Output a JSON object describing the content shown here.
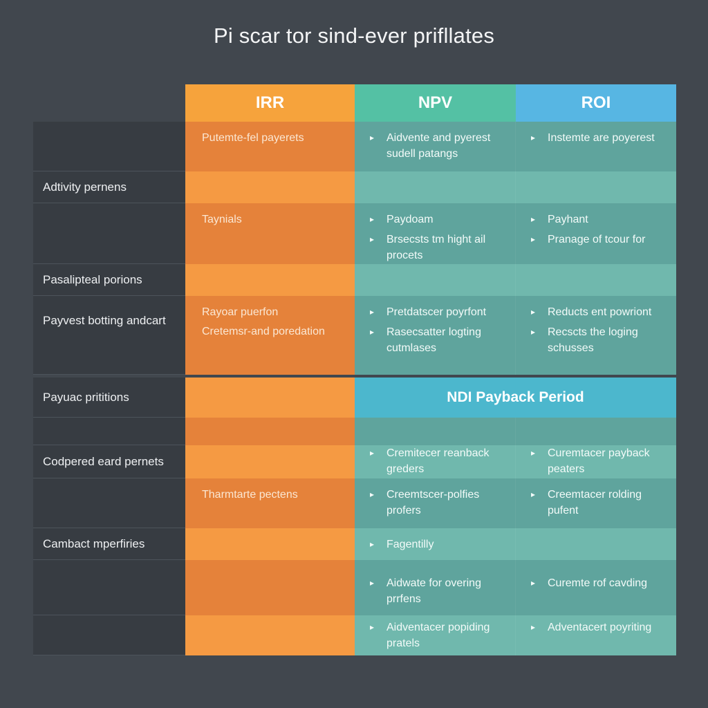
{
  "title": "Pi scar tor sind-ever prifllates",
  "headers": {
    "irr": "IRR",
    "npv": "NPV",
    "roi": "ROI"
  },
  "rows": {
    "r1": {
      "label": "",
      "irr": [
        "Putemte-fel payerets"
      ],
      "npv": [
        "Aidvente and pyerest sudell patangs"
      ],
      "roi": [
        "Instemte are poyerest"
      ]
    },
    "r2": {
      "label": "Adtivity pernens"
    },
    "r3": {
      "label": "",
      "irr": [
        "Taynials"
      ],
      "npv": [
        "Paydoam",
        "Brsecsts tm hight ail procets"
      ],
      "roi": [
        "Payhant",
        "Pranage of tcour for"
      ]
    },
    "r4": {
      "label": "Pasalipteal porions"
    },
    "r5": {
      "label": "Payvest botting andcart",
      "irr": [
        "Rayoar puerfon",
        "Cretemsr-and poredation"
      ],
      "npv": [
        "Pretdatscer poyrfont",
        "Rasecsatter logting cutmlases"
      ],
      "roi": [
        "Reducts ent powriont",
        "Recscts the loging schusses"
      ]
    },
    "r6": {
      "label": "Payuac prititions",
      "banner": "NDI Payback Period"
    },
    "r7": {
      "label": ""
    },
    "r8": {
      "label": "Codpered eard pernets",
      "npv": [
        "Cremitecer reanback greders"
      ],
      "roi": [
        "Curemtacer payback peaters"
      ]
    },
    "r9": {
      "label": "",
      "irr": [
        "Tharmtarte pectens"
      ],
      "npv": [
        "Creemtscer-polfies profers"
      ],
      "roi": [
        "Creemtacer rolding pufent"
      ]
    },
    "r10": {
      "label": "Cambact mperfiries",
      "npv": [
        "Fagentilly"
      ]
    },
    "r11": {
      "label": "",
      "npv": [
        "Aidwate for overing prrfens"
      ],
      "roi": [
        "Curemte rof cavding"
      ]
    },
    "r12": {
      "label": "",
      "npv": [
        "Aidventacer popiding pratels"
      ],
      "roi": [
        "Adventacert poyriting"
      ]
    }
  },
  "colors": {
    "irr": "#f6a33c",
    "npv": "#54c1a4",
    "roi": "#57b6e3",
    "banner": "#4cb7cd",
    "background": "#41474e"
  }
}
